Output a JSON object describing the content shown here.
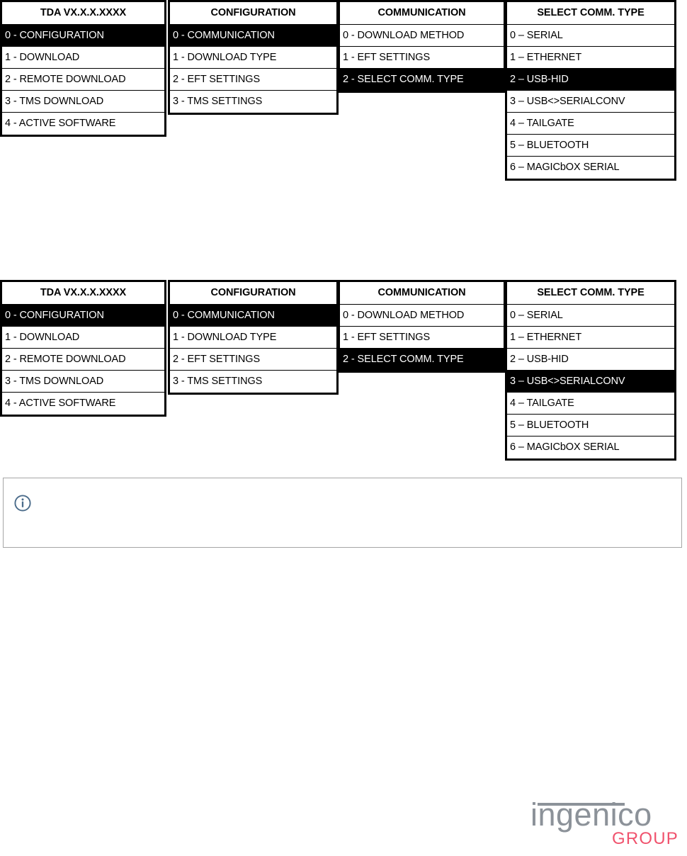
{
  "groups": [
    {
      "name": "first-navigation-sequence",
      "panels": [
        {
          "title": "TDA VX.X.X.XXXX",
          "items": [
            {
              "label": "0 - CONFIGURATION",
              "selected": true
            },
            {
              "label": "1 - DOWNLOAD",
              "selected": false
            },
            {
              "label": "2 - REMOTE DOWNLOAD",
              "selected": false
            },
            {
              "label": "3 - TMS DOWNLOAD",
              "selected": false
            },
            {
              "label": "4 - ACTIVE SOFTWARE",
              "selected": false
            }
          ]
        },
        {
          "title": "CONFIGURATION",
          "items": [
            {
              "label": "0 - COMMUNICATION",
              "selected": true
            },
            {
              "label": "1 - DOWNLOAD TYPE",
              "selected": false
            },
            {
              "label": "2 - EFT SETTINGS",
              "selected": false
            },
            {
              "label": "3 - TMS SETTINGS",
              "selected": false
            }
          ]
        },
        {
          "title": "COMMUNICATION",
          "items": [
            {
              "label": "0 - DOWNLOAD METHOD",
              "selected": false
            },
            {
              "label": "1 - EFT SETTINGS",
              "selected": false
            },
            {
              "label": "2 - SELECT COMM. TYPE",
              "selected": true
            }
          ]
        },
        {
          "title": "SELECT COMM. TYPE",
          "items": [
            {
              "label": "0 – SERIAL",
              "selected": false
            },
            {
              "label": "1 – ETHERNET",
              "selected": false
            },
            {
              "label": "2 – USB-HID",
              "selected": true
            },
            {
              "label": "3 – USB<>SERIALCONV",
              "selected": false
            },
            {
              "label": "4 – TAILGATE",
              "selected": false
            },
            {
              "label": "5 – BLUETOOTH",
              "selected": false
            },
            {
              "label": "6 – MAGICbOX SERIAL",
              "selected": false
            }
          ]
        }
      ]
    },
    {
      "name": "second-navigation-sequence",
      "panels": [
        {
          "title": "TDA VX.X.X.XXXX",
          "items": [
            {
              "label": "0 - CONFIGURATION",
              "selected": true
            },
            {
              "label": "1 - DOWNLOAD",
              "selected": false
            },
            {
              "label": "2 - REMOTE DOWNLOAD",
              "selected": false
            },
            {
              "label": "3 - TMS DOWNLOAD",
              "selected": false
            },
            {
              "label": "4 - ACTIVE SOFTWARE",
              "selected": false
            }
          ]
        },
        {
          "title": "CONFIGURATION",
          "items": [
            {
              "label": "0 - COMMUNICATION",
              "selected": true
            },
            {
              "label": "1 - DOWNLOAD TYPE",
              "selected": false
            },
            {
              "label": "2 - EFT SETTINGS",
              "selected": false
            },
            {
              "label": "3 - TMS SETTINGS",
              "selected": false
            }
          ]
        },
        {
          "title": "COMMUNICATION",
          "items": [
            {
              "label": "0 - DOWNLOAD METHOD",
              "selected": false
            },
            {
              "label": "1 - EFT SETTINGS",
              "selected": false
            },
            {
              "label": "2 - SELECT COMM. TYPE",
              "selected": true
            }
          ]
        },
        {
          "title": "SELECT COMM. TYPE",
          "items": [
            {
              "label": "0 – SERIAL",
              "selected": false
            },
            {
              "label": "1 – ETHERNET",
              "selected": false
            },
            {
              "label": "2 – USB-HID",
              "selected": false
            },
            {
              "label": "3 – USB<>SERIALCONV",
              "selected": true
            },
            {
              "label": "4 – TAILGATE",
              "selected": false
            },
            {
              "label": "5 – BLUETOOTH",
              "selected": false
            },
            {
              "label": "6 – MAGICbOX SERIAL",
              "selected": false
            }
          ]
        }
      ]
    }
  ],
  "note": {
    "icon": "info-circle-icon",
    "text": "",
    "icon_color": "#4a6b8a",
    "border_color": "#a6a6a6"
  },
  "logo": {
    "mark": "ingenico",
    "suffix": "GROUP",
    "mark_color": "#8c9299",
    "suffix_color": "#f0526d"
  },
  "colors": {
    "selected_background": "#000000",
    "selected_text": "#ffffff",
    "panel_border": "#000000",
    "page_background": "#ffffff"
  }
}
